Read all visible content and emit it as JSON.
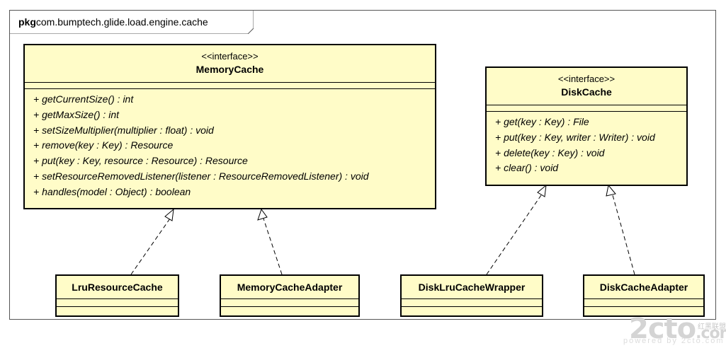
{
  "package": {
    "keyword": "pkg",
    "name": "com.bumptech.glide.load.engine.cache"
  },
  "memory_cache": {
    "stereotype": "<<interface>>",
    "name": "MemoryCache",
    "methods": [
      "+ getCurrentSize() : int",
      "+ getMaxSize() : int",
      "+ setSizeMultiplier(multiplier : float) : void",
      "+ remove(key : Key) : Resource",
      "+ put(key : Key, resource : Resource) : Resource",
      "+ setResourceRemovedListener(listener : ResourceRemovedListener) : void",
      "+ handles(model : Object) : boolean"
    ]
  },
  "disk_cache": {
    "stereotype": "<<interface>>",
    "name": "DiskCache",
    "methods": [
      "+ get(key : Key) : File",
      "+ put(key : Key, writer : Writer) : void",
      "+ delete(key : Key) : void",
      "+ clear() : void"
    ]
  },
  "implementations": [
    {
      "name": "LruResourceCache"
    },
    {
      "name": "MemoryCacheAdapter"
    },
    {
      "name": "DiskLruCacheWrapper"
    },
    {
      "name": "DiskCacheAdapter"
    }
  ],
  "watermark": {
    "main": "2cto",
    "suffix": ".com",
    "cn": "红黑联盟",
    "sub": "powered by 2cto.com"
  },
  "colors": {
    "class_fill": "#fffcc8",
    "border": "#000000",
    "frame": "#555555"
  }
}
